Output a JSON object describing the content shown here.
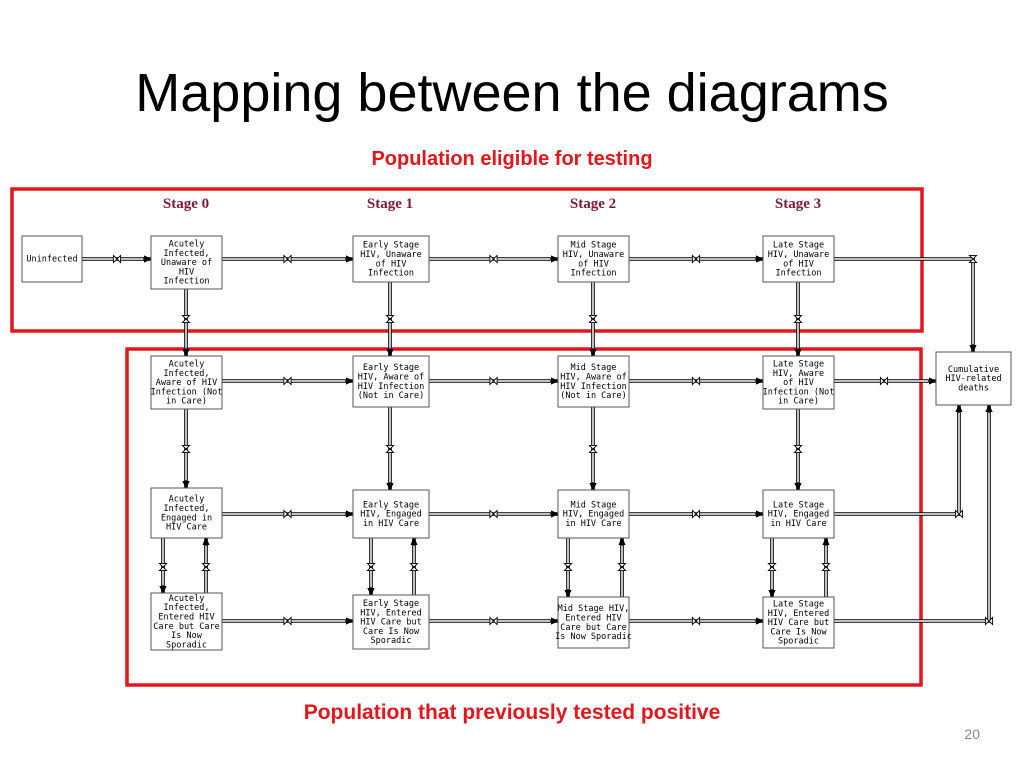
{
  "slide": {
    "title": "Mapping between the diagrams",
    "top_caption": "Population eligible for testing",
    "bottom_caption": "Population that previously tested positive",
    "page_number": "20"
  },
  "colors": {
    "highlight": "#e3161b",
    "stage_label": "#7b1a3a",
    "line": "#000000"
  },
  "stages": [
    "Stage 0",
    "Stage 1",
    "Stage 2",
    "Stage 3"
  ],
  "boxes": {
    "uninfected": [
      "Uninfected"
    ],
    "cumulative_deaths": [
      "Cumulative",
      "HIV-related",
      "deaths"
    ],
    "unaware": [
      [
        "Acutely",
        "Infected,",
        "Unaware of",
        "HIV",
        "Infection"
      ],
      [
        "Early Stage",
        "HIV, Unaware",
        "of HIV",
        "Infection"
      ],
      [
        "Mid Stage",
        "HIV, Unaware",
        "of HIV",
        "Infection"
      ],
      [
        "Late Stage",
        "HIV, Unaware",
        "of HIV",
        "Infection"
      ]
    ],
    "aware": [
      [
        "Acutely",
        "Infected,",
        "Aware of HIV",
        "Infection (Not",
        "in Care)"
      ],
      [
        "Early Stage",
        "HIV, Aware of",
        "HIV Infection",
        "(Not in Care)"
      ],
      [
        "Mid Stage",
        "HIV, Aware of",
        "HIV Infection",
        "(Not in Care)"
      ],
      [
        "Late Stage",
        "HIV, Aware",
        "of HIV",
        "Infection (Not",
        "in Care)"
      ]
    ],
    "engaged": [
      [
        "Acutely",
        "Infected,",
        "Engaged in",
        "HIV Care"
      ],
      [
        "Early Stage",
        "HIV, Engaged",
        "in HIV Care"
      ],
      [
        "Mid Stage",
        "HIV, Engaged",
        "in HIV Care"
      ],
      [
        "Late Stage",
        "HIV, Engaged",
        "in HIV Care"
      ]
    ],
    "sporadic": [
      [
        "Acutely",
        "Infected,",
        "Entered HIV",
        "Care but Care",
        "Is Now",
        "Sporadic"
      ],
      [
        "Early Stage",
        "HIV, Entered",
        "HIV Care but",
        "Care Is Now",
        "Sporadic"
      ],
      [
        "Mid Stage HIV,",
        "Entered HIV",
        "Care but Care",
        "Is Now Sporadic"
      ],
      [
        "Late Stage",
        "HIV, Entered",
        "HIV Care but",
        "Care Is Now",
        "Sporadic"
      ]
    ]
  }
}
